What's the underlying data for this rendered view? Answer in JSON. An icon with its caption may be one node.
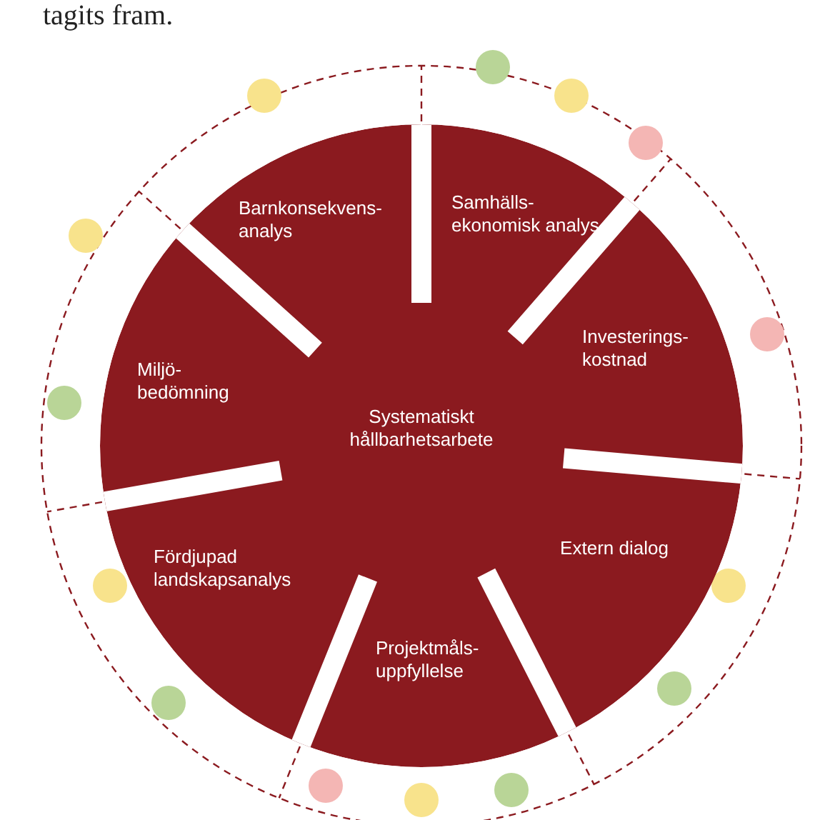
{
  "diagram": {
    "nodes": [
      {
        "text": [
          "Systematiskt hållbarhetsarbete"
        ]
      },
      {
        "text": [
          "Barnkonsekvens- analys"
        ],
        "in": 0
      },
      {
        "text": [
          "Samhälls- ekonomisk analys"
        ],
        "in": 0
      },
      {
        "text": [
          "Investerings- kostnad"
        ],
        "in": 0
      },
      {
        "text": [
          "Extern dialog"
        ],
        "in": 0
      },
      {
        "text": [
          "Projektmåls- uppfyllelse"
        ],
        "in": 0
      },
      {
        "text": [
          "Fördjupad landskapsanalys"
        ],
        "in": 0
      },
      {
        "text": [
          "Miljö- bedömning"
        ],
        "in": 0
      }
    ],
    "edges": [],
    "labels": [
      "tagits fram."
    ]
  }
}
